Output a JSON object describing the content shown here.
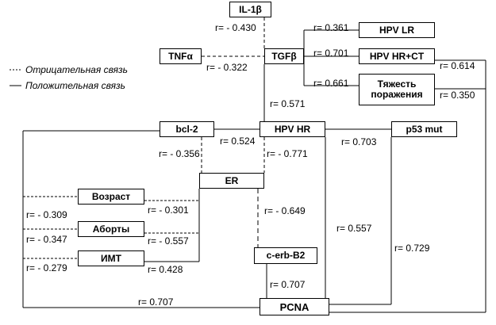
{
  "boxes": {
    "il1b": "IL-1β",
    "tnfa": "TNFα",
    "tgfb": "TGFβ",
    "hpv_lr": "HPV LR",
    "hpv_hr_ct": "HPV HR+CT",
    "severity": "Тяжесть поражения",
    "bcl2": "bcl-2",
    "hpv_hr": "HPV HR",
    "p53": "p53 mut",
    "er": "ER",
    "age": "Возраст",
    "abortions": "Аборты",
    "bmi": "ИМТ",
    "cerbb2": "c-erb-B2",
    "pcna": "PCNA"
  },
  "legend": {
    "negative_sample": "-------",
    "negative": "Отрицательная связь",
    "positive_sample": "—",
    "positive": "Положительная связь"
  },
  "correlations": {
    "il1b_tgfb": "r= - 0.430",
    "tnfa_tgfb": "r= - 0.322",
    "tgfb_hpvlr": "r= 0.361",
    "tgfb_hpvhrct": "r= 0.701",
    "tgfb_severity": "r= 0.661",
    "hpvhrct_pcna": "r= 0.614",
    "severity_pcna": "r= 0.350",
    "tgfb_hpvhr": "r= 0.571",
    "hpvhr_bcl2": "r= 0.524",
    "bcl2_er": "r= - 0.356",
    "hpvhr_er": "r= - 0.771",
    "hpvhr_p53": "r= 0.703",
    "age_left": "r= - 0.309",
    "age_er": "r= - 0.301",
    "abort_left": "r= - 0.347",
    "abort_er": "r= - 0.557",
    "bmi_left": "r= - 0.279",
    "bmi_er": "r= 0.428",
    "er_cerbb2": "r= - 0.649",
    "hpvhr_pcna": "r= 0.557",
    "p53_pcna": "r= 0.729",
    "cerbb2_pcna": "r= 0.707",
    "bcl2_pcna": "r= 0.707"
  }
}
